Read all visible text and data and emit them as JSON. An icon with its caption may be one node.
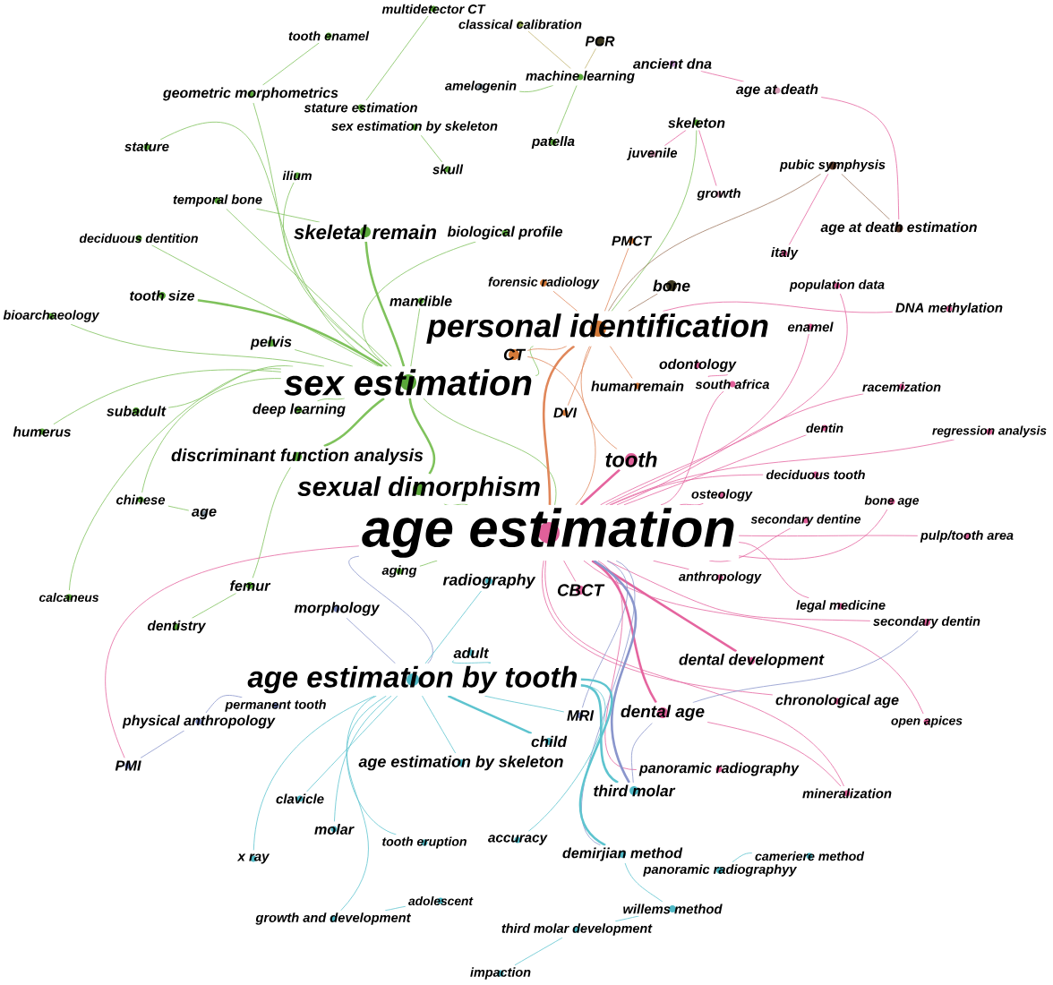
{
  "diagram": {
    "nodes": [
      {
        "text": [
          "multidetector CT"
        ]
      },
      {
        "text": [
          "classical calibration"
        ]
      },
      {
        "text": [
          "tooth enamel"
        ]
      },
      {
        "text": [
          "PCR"
        ]
      },
      {
        "text": [
          "ancient dna"
        ]
      },
      {
        "text": [
          "machine learning"
        ]
      },
      {
        "text": [
          "amelogenin"
        ]
      },
      {
        "text": [
          "age at death"
        ]
      },
      {
        "text": [
          "geometric morphometrics"
        ]
      },
      {
        "text": [
          "stature estimation"
        ]
      },
      {
        "text": [
          "skeleton"
        ]
      },
      {
        "text": [
          "sex estimation by skeleton"
        ]
      },
      {
        "text": [
          "patella"
        ]
      },
      {
        "text": [
          "stature"
        ]
      },
      {
        "text": [
          "juvenile"
        ]
      },
      {
        "text": [
          "pubic symphysis"
        ]
      },
      {
        "text": [
          "skull"
        ]
      },
      {
        "text": [
          "ilium"
        ]
      },
      {
        "text": [
          "growth"
        ]
      },
      {
        "text": [
          "temporal bone"
        ]
      },
      {
        "text": [
          "age at death estimation"
        ]
      },
      {
        "text": [
          "skeletal remain"
        ]
      },
      {
        "text": [
          "biological profile"
        ]
      },
      {
        "text": [
          "deciduous dentition"
        ]
      },
      {
        "text": [
          "PMCT"
        ]
      },
      {
        "text": [
          "italy"
        ]
      },
      {
        "text": [
          "forensic radiology"
        ]
      },
      {
        "text": [
          "bone"
        ]
      },
      {
        "text": [
          "population data"
        ]
      },
      {
        "text": [
          "tooth size"
        ]
      },
      {
        "text": [
          "mandible"
        ]
      },
      {
        "text": [
          "DNA methylation"
        ]
      },
      {
        "text": [
          "bioarchaeology"
        ]
      },
      {
        "text": [
          "personal identification"
        ]
      },
      {
        "text": [
          "enamel"
        ]
      },
      {
        "text": [
          "pelvis"
        ]
      },
      {
        "text": [
          "CT"
        ]
      },
      {
        "text": [
          "odontology"
        ]
      },
      {
        "text": [
          "south africa"
        ]
      },
      {
        "text": [
          "sex estimation"
        ]
      },
      {
        "text": [
          "humanremain"
        ]
      },
      {
        "text": [
          "racemization"
        ]
      },
      {
        "text": [
          "deep learning"
        ]
      },
      {
        "text": [
          "subadult"
        ]
      },
      {
        "text": [
          "DVI"
        ]
      },
      {
        "text": [
          "dentin"
        ]
      },
      {
        "text": [
          "humerus"
        ]
      },
      {
        "text": [
          "regression analysis"
        ]
      },
      {
        "text": [
          "discriminant function analysis"
        ]
      },
      {
        "text": [
          "tooth"
        ]
      },
      {
        "text": [
          "deciduous tooth"
        ]
      },
      {
        "text": [
          "sexual dimorphism"
        ]
      },
      {
        "text": [
          "osteology"
        ]
      },
      {
        "text": [
          "chinese"
        ]
      },
      {
        "text": [
          "bone age"
        ]
      },
      {
        "text": [
          "age"
        ]
      },
      {
        "text": [
          "secondary dentine"
        ]
      },
      {
        "text": [
          "age estimation"
        ]
      },
      {
        "text": [
          "pulp/tooth area"
        ]
      },
      {
        "text": [
          "aging"
        ]
      },
      {
        "text": [
          "anthropology"
        ]
      },
      {
        "text": [
          "radiography"
        ]
      },
      {
        "text": [
          "femur"
        ]
      },
      {
        "text": [
          "CBCT"
        ]
      },
      {
        "text": [
          "calcaneus"
        ]
      },
      {
        "text": [
          "legal medicine"
        ]
      },
      {
        "text": [
          "morphology"
        ]
      },
      {
        "text": [
          "secondary dentin"
        ]
      },
      {
        "text": [
          "dentistry"
        ]
      },
      {
        "text": [
          "adult"
        ]
      },
      {
        "text": [
          "dental development"
        ]
      },
      {
        "text": [
          "age estimation by tooth"
        ]
      },
      {
        "text": [
          "chronological age"
        ]
      },
      {
        "text": [
          "permanent tooth"
        ]
      },
      {
        "text": [
          "dental age"
        ]
      },
      {
        "text": [
          "MRI"
        ]
      },
      {
        "text": [
          "physical anthropology"
        ]
      },
      {
        "text": [
          "open apices"
        ]
      },
      {
        "text": [
          "child"
        ]
      },
      {
        "text": [
          "age estimation by skeleton"
        ]
      },
      {
        "text": [
          "PMI"
        ]
      },
      {
        "text": [
          "panoramic radiography"
        ]
      },
      {
        "text": [
          "third molar"
        ]
      },
      {
        "text": [
          "mineralization"
        ]
      },
      {
        "text": [
          "clavicle"
        ]
      },
      {
        "text": [
          "molar"
        ]
      },
      {
        "text": [
          "accuracy"
        ]
      },
      {
        "text": [
          "tooth eruption"
        ]
      },
      {
        "text": [
          "demirjian method"
        ]
      },
      {
        "text": [
          "cameriere method"
        ]
      },
      {
        "text": [
          "x ray"
        ]
      },
      {
        "text": [
          "panoramic radiographyy"
        ]
      },
      {
        "text": [
          "adolescent"
        ]
      },
      {
        "text": [
          "willems method"
        ]
      },
      {
        "text": [
          "growth and development"
        ]
      },
      {
        "text": [
          "third molar development"
        ]
      },
      {
        "text": [
          "impaction"
        ]
      }
    ],
    "edges": [
      {
        "from": 39,
        "to": 51,
        "arrow": "none",
        "style": "thick"
      },
      {
        "from": 39,
        "to": 48,
        "arrow": "none",
        "style": "thick"
      },
      {
        "from": 39,
        "to": 21,
        "arrow": "none",
        "style": "thick"
      },
      {
        "from": 39,
        "to": 35,
        "arrow": "none"
      },
      {
        "from": 39,
        "to": 29,
        "arrow": "none",
        "style": "thick"
      },
      {
        "from": 39,
        "to": 30,
        "arrow": "none"
      },
      {
        "from": 39,
        "to": 42,
        "arrow": "none"
      },
      {
        "from": 39,
        "to": 17,
        "arrow": "none"
      },
      {
        "from": 39,
        "to": 13,
        "arrow": "none"
      },
      {
        "from": 39,
        "to": 43,
        "arrow": "none"
      },
      {
        "from": 39,
        "to": 64,
        "arrow": "none"
      },
      {
        "from": 39,
        "to": 33,
        "arrow": "none"
      },
      {
        "from": 39,
        "to": 57,
        "arrow": "none"
      },
      {
        "from": 39,
        "to": 8,
        "arrow": "none"
      },
      {
        "from": 39,
        "to": 46,
        "arrow": "none"
      },
      {
        "from": 39,
        "to": 32,
        "arrow": "none"
      },
      {
        "from": 39,
        "to": 19,
        "arrow": "none"
      },
      {
        "from": 21,
        "to": 19,
        "arrow": "none"
      },
      {
        "from": 51,
        "to": 57,
        "arrow": "none"
      },
      {
        "from": 48,
        "to": 62,
        "arrow": "none"
      },
      {
        "from": 10,
        "to": 33,
        "arrow": "none"
      },
      {
        "from": 22,
        "to": 39,
        "arrow": "none"
      },
      {
        "from": 23,
        "to": 39,
        "arrow": "none"
      },
      {
        "from": 53,
        "to": 39,
        "arrow": "none"
      },
      {
        "from": 59,
        "to": 57,
        "arrow": "none"
      },
      {
        "from": 0,
        "to": 9,
        "arrow": "none"
      },
      {
        "from": 2,
        "to": 8,
        "arrow": "none"
      },
      {
        "from": 6,
        "to": 5,
        "arrow": "none"
      },
      {
        "from": 11,
        "to": 16,
        "arrow": "none"
      },
      {
        "from": 12,
        "to": 5,
        "arrow": "none"
      },
      {
        "from": 68,
        "to": 62,
        "arrow": "none"
      },
      {
        "from": 55,
        "to": 53,
        "arrow": "none"
      },
      {
        "from": 57,
        "to": 49,
        "arrow": "none",
        "style": "thick",
        "color": "#e5659f"
      },
      {
        "from": 57,
        "to": 74,
        "arrow": "none",
        "style": "thick",
        "color": "#e5659f"
      },
      {
        "from": 57,
        "to": 70,
        "arrow": "none",
        "style": "thick",
        "color": "#e5659f"
      },
      {
        "from": 57,
        "to": 72,
        "arrow": "none",
        "color": "#e5659f"
      },
      {
        "from": 57,
        "to": 77,
        "arrow": "none",
        "color": "#e5659f"
      },
      {
        "from": 57,
        "to": 65,
        "arrow": "none",
        "color": "#e5659f"
      },
      {
        "from": 57,
        "to": 58,
        "arrow": "none",
        "color": "#e5659f"
      },
      {
        "from": 57,
        "to": 47,
        "arrow": "none",
        "color": "#e5659f"
      },
      {
        "from": 57,
        "to": 41,
        "arrow": "none",
        "color": "#e5659f"
      },
      {
        "from": 57,
        "to": 45,
        "arrow": "none",
        "color": "#e5659f"
      },
      {
        "from": 57,
        "to": 50,
        "arrow": "none",
        "color": "#e5659f"
      },
      {
        "from": 57,
        "to": 56,
        "arrow": "none",
        "color": "#e5659f"
      },
      {
        "from": 57,
        "to": 67,
        "arrow": "none",
        "color": "#e5659f"
      },
      {
        "from": 57,
        "to": 60,
        "arrow": "none",
        "color": "#e5659f"
      },
      {
        "from": 57,
        "to": 52,
        "arrow": "none",
        "color": "#e5659f"
      },
      {
        "from": 57,
        "to": 63,
        "arrow": "none",
        "color": "#e5659f"
      },
      {
        "from": 57,
        "to": 83,
        "arrow": "none",
        "color": "#e5659f"
      },
      {
        "from": 57,
        "to": 81,
        "arrow": "none",
        "color": "#e5659f"
      },
      {
        "from": 57,
        "to": 34,
        "arrow": "none",
        "color": "#e5659f"
      },
      {
        "from": 57,
        "to": 28,
        "arrow": "none",
        "color": "#e5659f"
      },
      {
        "from": 57,
        "to": 54,
        "arrow": "none",
        "color": "#e5659f"
      },
      {
        "from": 33,
        "to": 31,
        "arrow": "none",
        "color": "#e5659f"
      },
      {
        "from": 15,
        "to": 25,
        "arrow": "none",
        "color": "#e5659f"
      },
      {
        "from": 74,
        "to": 83,
        "arrow": "none",
        "color": "#e5659f"
      },
      {
        "from": 7,
        "to": 20,
        "arrow": "none",
        "color": "#e5659f"
      },
      {
        "from": 38,
        "to": 57,
        "arrow": "none",
        "color": "#e5659f"
      },
      {
        "from": 80,
        "to": 57,
        "arrow": "none",
        "color": "#e5659f"
      },
      {
        "from": 37,
        "to": 38,
        "arrow": "none",
        "color": "#e5659f"
      },
      {
        "from": 14,
        "to": 10,
        "arrow": "none",
        "color": "#e5659f"
      },
      {
        "from": 18,
        "to": 10,
        "arrow": "none",
        "color": "#e5659f"
      },
      {
        "from": 4,
        "to": 7,
        "arrow": "none",
        "color": "#e5659f"
      },
      {
        "from": 33,
        "to": 57,
        "arrow": "none",
        "style": "thick",
        "color": "#e0875a"
      },
      {
        "from": 33,
        "to": 36,
        "arrow": "none",
        "color": "#e0875a"
      },
      {
        "from": 33,
        "to": 26,
        "arrow": "none",
        "color": "#e0875a"
      },
      {
        "from": 33,
        "to": 24,
        "arrow": "none",
        "color": "#e0875a"
      },
      {
        "from": 33,
        "to": 40,
        "arrow": "none",
        "color": "#e0875a"
      },
      {
        "from": 33,
        "to": 44,
        "arrow": "none",
        "color": "#e0875a"
      },
      {
        "from": 33,
        "to": 49,
        "arrow": "none",
        "color": "#e0875a"
      },
      {
        "from": 36,
        "to": 57,
        "arrow": "none",
        "color": "#e0875a"
      },
      {
        "from": 33,
        "to": 27,
        "arrow": "none",
        "color": "#a07a62"
      },
      {
        "from": 33,
        "to": 15,
        "arrow": "none",
        "color": "#a07a62"
      },
      {
        "from": 15,
        "to": 20,
        "arrow": "none",
        "color": "#a07a62"
      },
      {
        "from": 1,
        "to": 5,
        "arrow": "none",
        "color": "#c2b470"
      },
      {
        "from": 3,
        "to": 5,
        "arrow": "none",
        "color": "#c2b470"
      },
      {
        "from": 57,
        "to": 82,
        "arrow": "none",
        "style": "thick",
        "color": "#8a96cc"
      },
      {
        "from": 57,
        "to": 75,
        "arrow": "none",
        "color": "#8a96cc"
      },
      {
        "from": 57,
        "to": 71,
        "arrow": "none",
        "color": "#8a96cc"
      },
      {
        "from": 57,
        "to": 88,
        "arrow": "none",
        "color": "#8a96cc"
      },
      {
        "from": 74,
        "to": 67,
        "arrow": "none",
        "color": "#8a96cc"
      },
      {
        "from": 74,
        "to": 82,
        "arrow": "none",
        "color": "#8a96cc"
      },
      {
        "from": 66,
        "to": 71,
        "arrow": "none",
        "color": "#8a96cc"
      },
      {
        "from": 76,
        "to": 80,
        "arrow": "none",
        "color": "#8a96cc"
      },
      {
        "from": 73,
        "to": 76,
        "arrow": "none",
        "color": "#8a96cc"
      },
      {
        "from": 71,
        "to": 78,
        "arrow": "none",
        "style": "thick",
        "color": "#5ec4cf"
      },
      {
        "from": 71,
        "to": 82,
        "arrow": "none",
        "style": "thick",
        "color": "#5ec4cf"
      },
      {
        "from": 71,
        "to": 79,
        "arrow": "none",
        "color": "#5ec4cf"
      },
      {
        "from": 71,
        "to": 86,
        "arrow": "none",
        "color": "#5ec4cf"
      },
      {
        "from": 71,
        "to": 88,
        "arrow": "none",
        "style": "thick",
        "color": "#5ec4cf"
      },
      {
        "from": 71,
        "to": 61,
        "arrow": "none",
        "color": "#5ec4cf"
      },
      {
        "from": 71,
        "to": 69,
        "arrow": "none",
        "color": "#5ec4cf"
      },
      {
        "from": 71,
        "to": 84,
        "arrow": "none",
        "color": "#5ec4cf"
      },
      {
        "from": 71,
        "to": 85,
        "arrow": "none",
        "color": "#5ec4cf"
      },
      {
        "from": 71,
        "to": 87,
        "arrow": "none",
        "color": "#5ec4cf"
      },
      {
        "from": 71,
        "to": 75,
        "arrow": "none",
        "color": "#5ec4cf"
      },
      {
        "from": 71,
        "to": 90,
        "arrow": "none",
        "color": "#5ec4cf"
      },
      {
        "from": 71,
        "to": 94,
        "arrow": "none",
        "color": "#5ec4cf"
      },
      {
        "from": 89,
        "to": 91,
        "arrow": "none",
        "color": "#5ec4cf"
      },
      {
        "from": 93,
        "to": 95,
        "arrow": "none",
        "color": "#5ec4cf"
      },
      {
        "from": 92,
        "to": 94,
        "arrow": "none",
        "color": "#5ec4cf"
      },
      {
        "from": 95,
        "to": 96,
        "arrow": "none",
        "color": "#5ec4cf"
      },
      {
        "from": 88,
        "to": 93,
        "arrow": "none",
        "color": "#5ec4cf"
      }
    ]
  }
}
